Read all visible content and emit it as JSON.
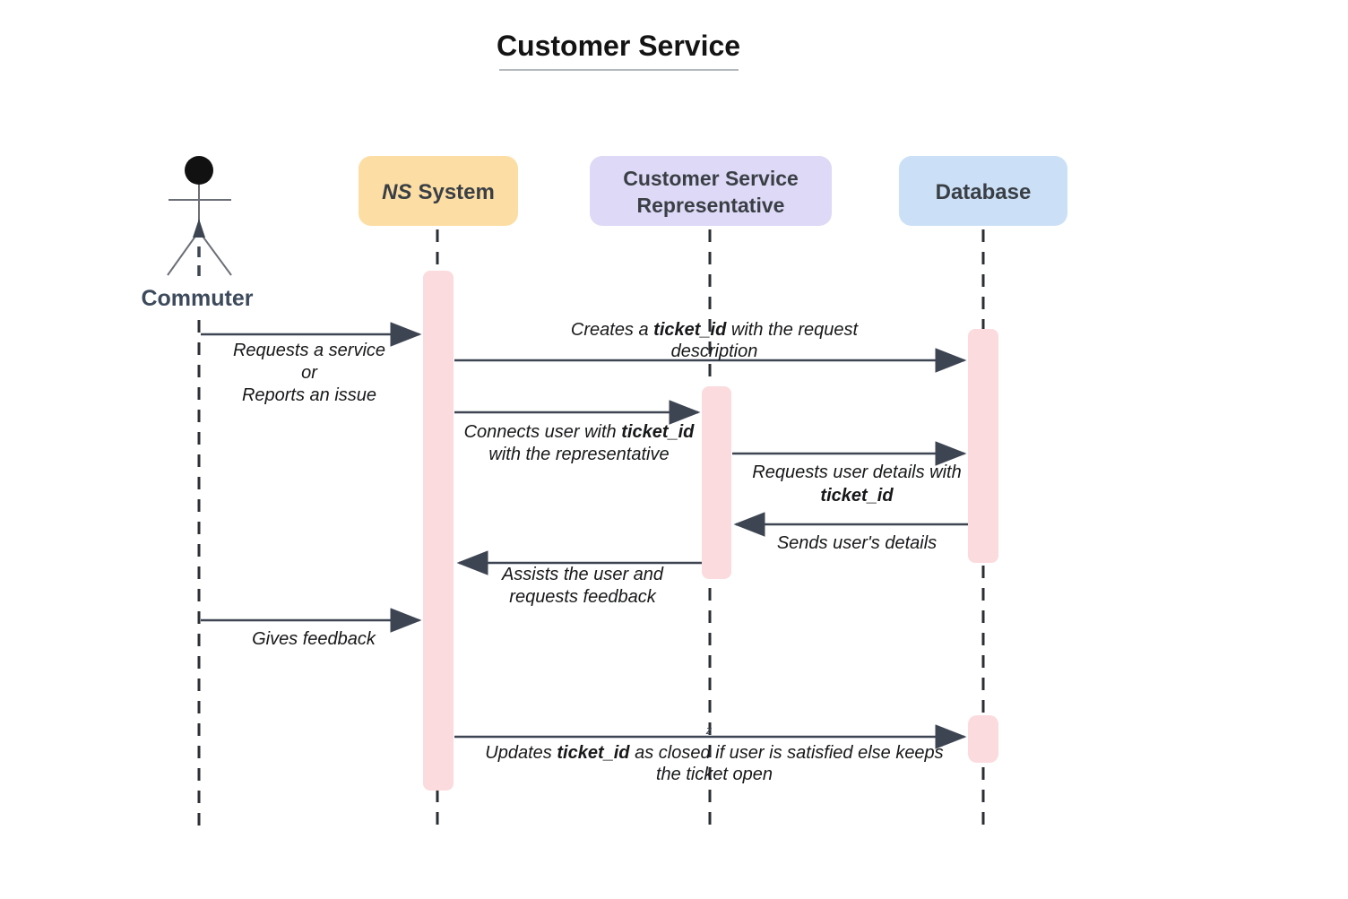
{
  "title": "Customer Service",
  "actor": {
    "name": "Commuter"
  },
  "participants": {
    "ns_system": {
      "name_italic": "NS",
      "name_rest": "System",
      "fill": "#FCDEA5"
    },
    "csr": {
      "name_line1": "Customer Service",
      "name_line2": "Representative",
      "fill": "#DDD9F6"
    },
    "database": {
      "name": "Database",
      "fill": "#CBE0F6"
    }
  },
  "colors": {
    "activation": "#FBDBDE",
    "arrow": "#3E4552",
    "lifeline": "#2B2E33"
  },
  "messages": {
    "m1": {
      "from": "Commuter",
      "to": "NS System",
      "l1": "Requests a service",
      "l2": "or",
      "l3": "Reports an issue"
    },
    "m2": {
      "from": "NS System",
      "to": "Database",
      "l1a": "Creates a ",
      "l1b": "ticket_id",
      "l1c": " with the request",
      "l2": "description"
    },
    "m3": {
      "from": "NS System",
      "to": "Customer Service Representative",
      "l1a": "Connects user with ",
      "l1b": "ticket_id",
      "l2": "with the representative"
    },
    "m4": {
      "from": "Customer Service Representative",
      "to": "Database",
      "l1": "Requests user details with",
      "l2b": "ticket_id"
    },
    "m5": {
      "from": "Database",
      "to": "Customer Service Representative",
      "l1": "Sends user's details"
    },
    "m6": {
      "from": "Customer Service Representative",
      "to": "NS System",
      "l1": "Assists the user and",
      "l2": "requests feedback"
    },
    "m7": {
      "from": "Commuter",
      "to": "NS System",
      "l1": "Gives feedback"
    },
    "m8": {
      "from": "NS System",
      "to": "Database",
      "l1a": "Updates ",
      "l1b": "ticket_id",
      "l1c": " as closed if user is satisfied else keeps",
      "l2": "the ticket open"
    }
  },
  "line_hop": "z"
}
